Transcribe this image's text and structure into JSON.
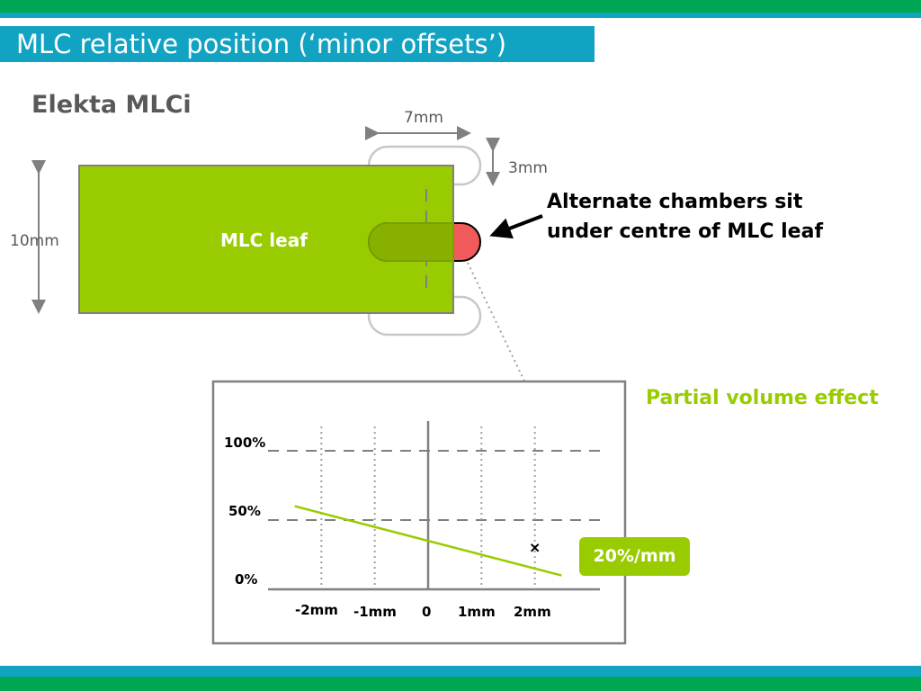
{
  "slide": {
    "title": "MLC relative position (‘minor offsets’)",
    "subtitle": "Elekta MLCi"
  },
  "diagram": {
    "width_label": "7mm",
    "height_label": "3mm",
    "leaf_height_label": "10mm",
    "leaf_label": "MLC leaf",
    "note_line1": "Alternate chambers sit",
    "note_line2": "under centre of MLC leaf"
  },
  "chart_data": {
    "type": "line",
    "title": "Partial volume effect",
    "x_tick_labels": [
      "-2mm",
      "-1mm",
      "0",
      "1mm",
      "2mm"
    ],
    "y_tick_labels": [
      "0%",
      "50%",
      "100%"
    ],
    "x": [
      -2.5,
      2.5
    ],
    "y": [
      60,
      10
    ],
    "xlim": [
      -3,
      3
    ],
    "ylim": [
      0,
      100
    ],
    "annotation": "20%/mm",
    "marker_point": [
      2,
      30
    ]
  },
  "colors": {
    "accent_green": "#99cc00",
    "title_blue": "#12a3c3",
    "band_green": "#00a651",
    "chamber_red": "#f05a5a"
  }
}
